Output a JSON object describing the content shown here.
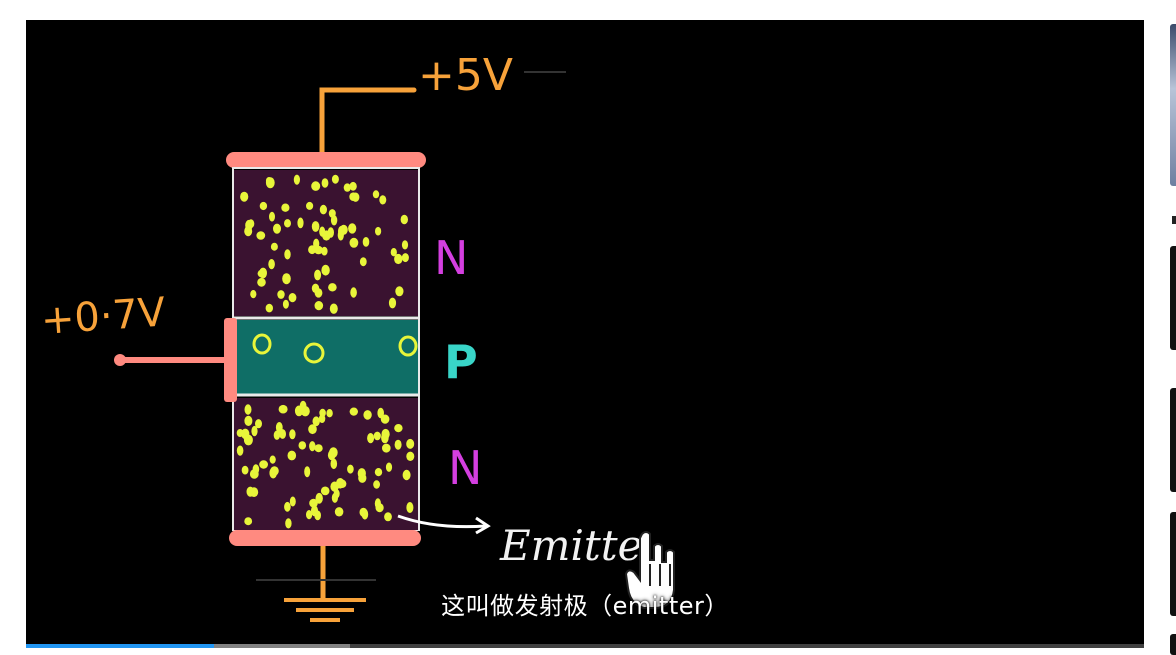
{
  "video": {
    "labels": {
      "voltage_top": "+5V",
      "voltage_left": "+0·7V",
      "region_top": "N",
      "region_middle": "P",
      "region_bottom": "N",
      "emitter_handwritten": "Emitte"
    },
    "subtitle": "这叫做发射极（emitter）",
    "progress_fraction": 0.168,
    "buffer_fraction": 0.29,
    "colors": {
      "background": "#000000",
      "wire": "#ff8a80",
      "voltage_text": "#f7a23a",
      "n_region": "#3a1230",
      "p_region": "#0f6e66",
      "electron": "#e8f53a",
      "n_label": "#d43fe0",
      "p_label": "#39d5c8",
      "progress": "#2196f3"
    }
  }
}
